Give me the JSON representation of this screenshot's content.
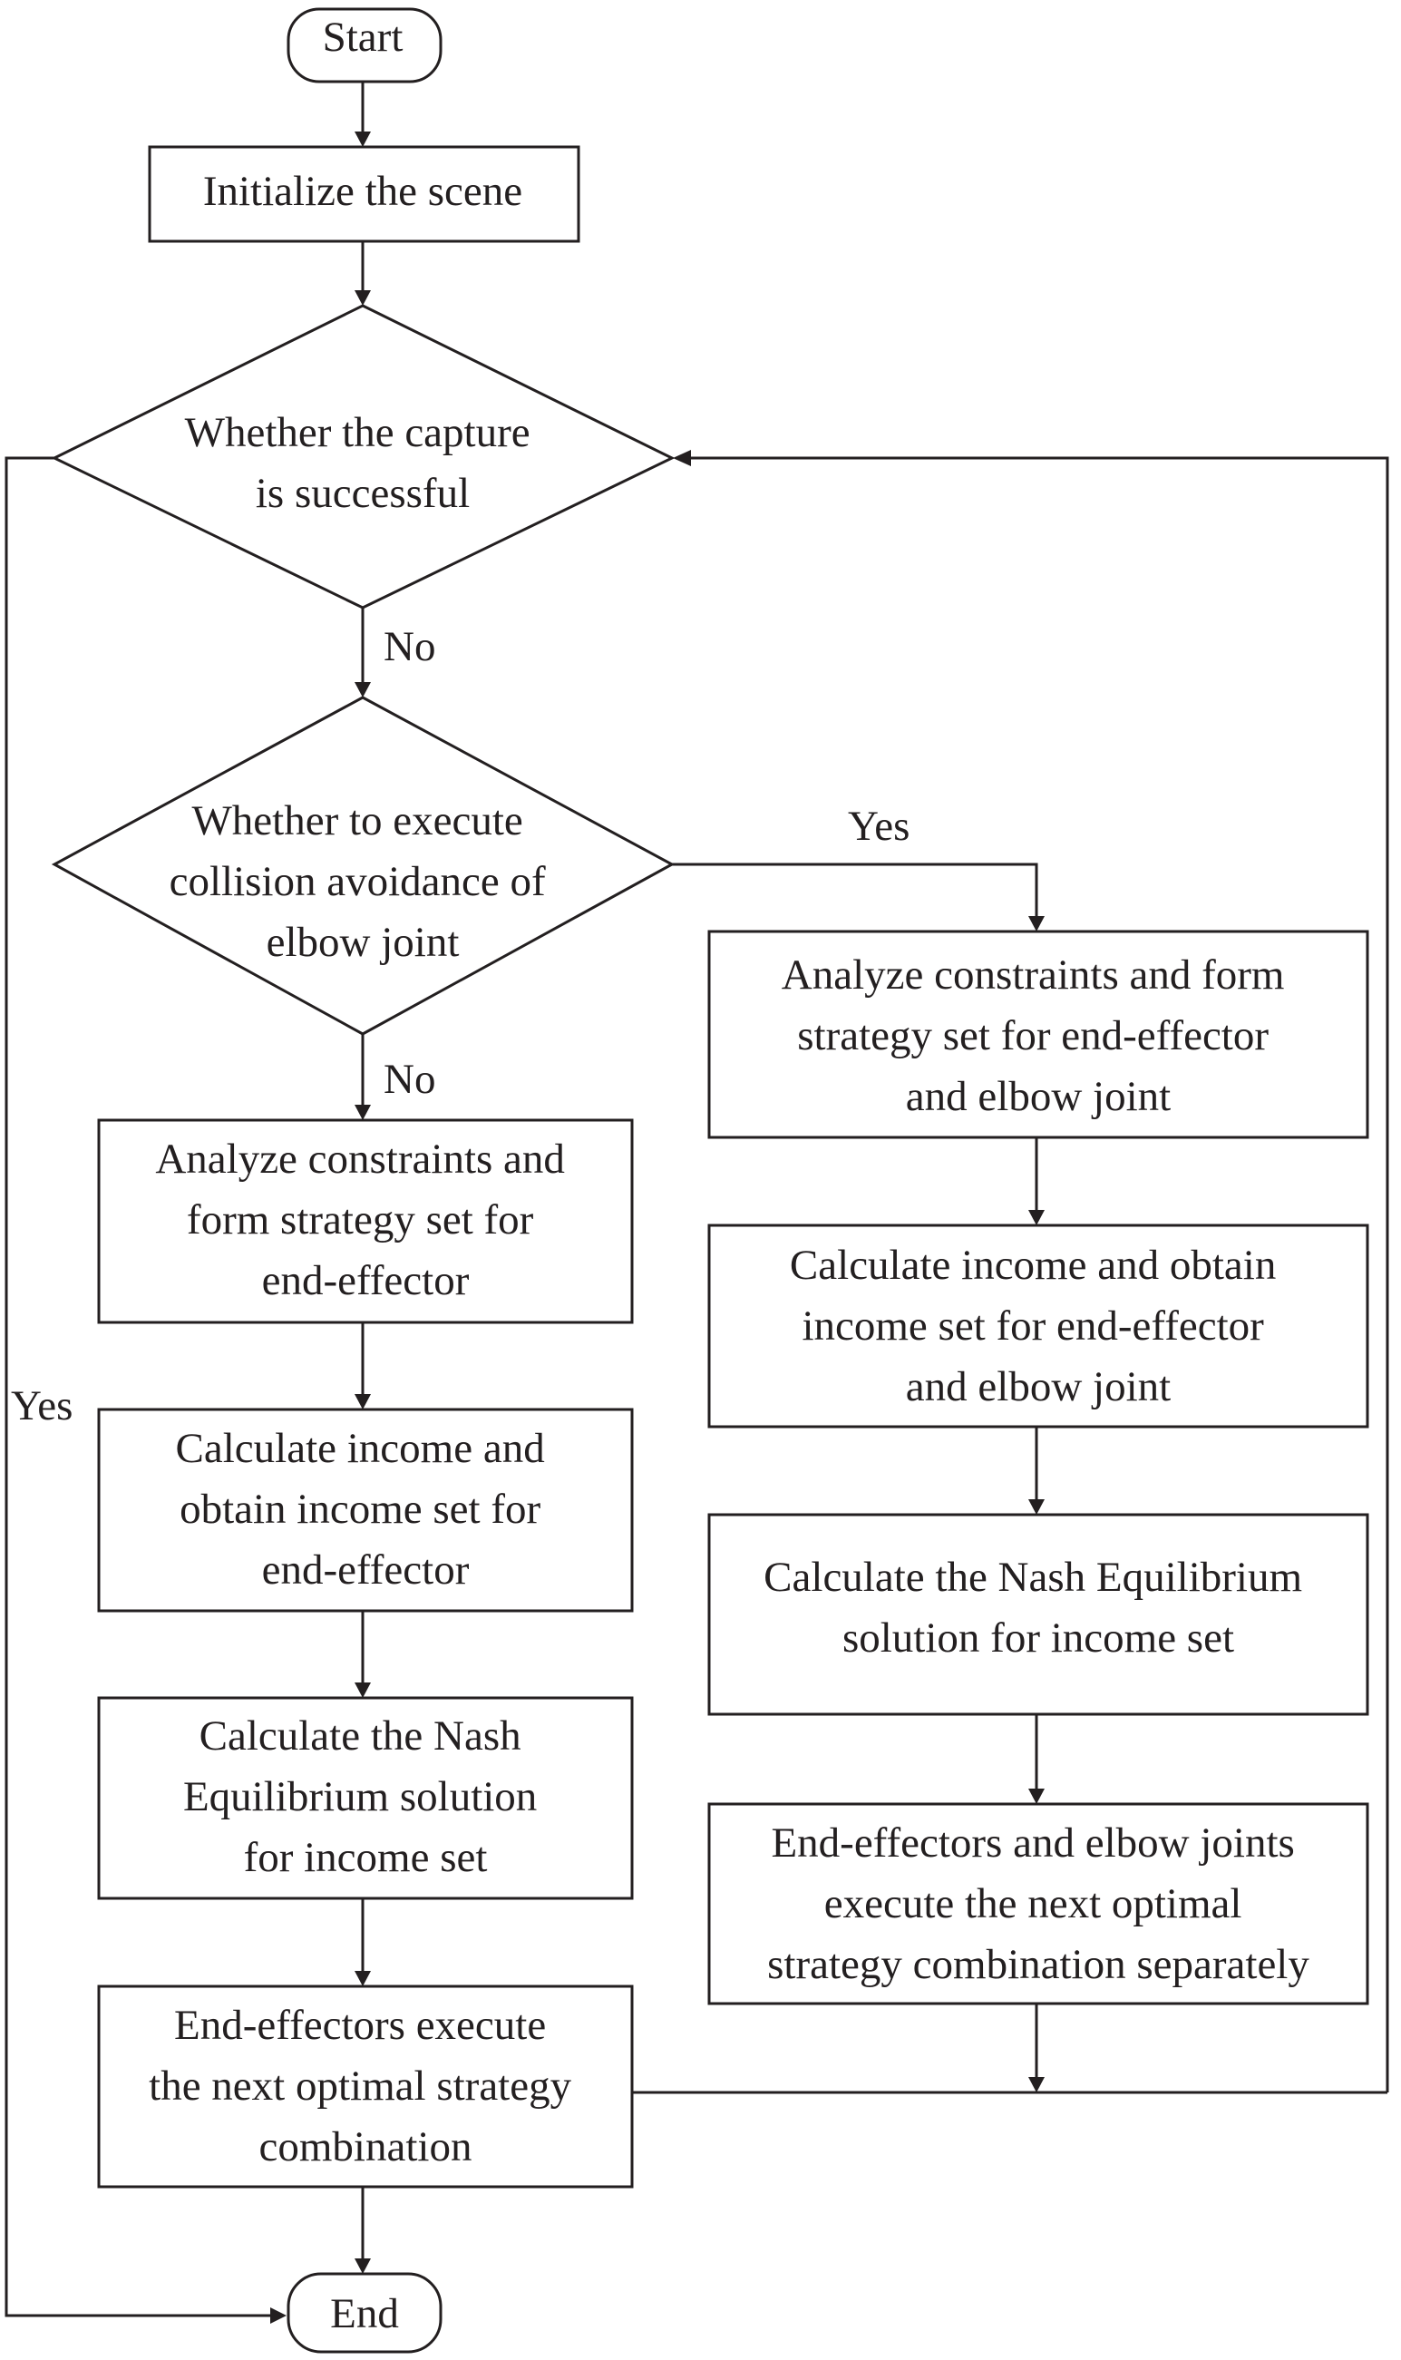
{
  "nodes": {
    "start": [
      "Start"
    ],
    "init": [
      "Initialize the scene"
    ],
    "capture": [
      "Whether the capture",
      "is successful"
    ],
    "elbow": [
      "Whether to execute",
      "collision avoidance of",
      "elbow joint"
    ],
    "l_analyze": [
      "Analyze constraints and",
      "form strategy set for",
      "end-effector"
    ],
    "l_income": [
      "Calculate income and",
      "obtain income set for",
      "end-effector"
    ],
    "l_nash": [
      "Calculate the Nash",
      "Equilibrium solution",
      "for income set"
    ],
    "l_exec": [
      "End-effectors execute",
      "the next optimal strategy",
      "combination"
    ],
    "r_analyze": [
      "Analyze constraints and form",
      "strategy set for end-effector",
      "and elbow joint"
    ],
    "r_income": [
      "Calculate income and obtain",
      "income set for end-effector",
      "and elbow joint"
    ],
    "r_nash": [
      "Calculate the Nash Equilibrium",
      "solution for income set"
    ],
    "r_exec": [
      "End-effectors and elbow joints",
      "execute the next optimal",
      "strategy combination separately"
    ],
    "end": [
      "End"
    ]
  },
  "edge_labels": {
    "capture_no": "No",
    "elbow_no": "No",
    "elbow_yes": "Yes",
    "capture_yes": "Yes"
  }
}
